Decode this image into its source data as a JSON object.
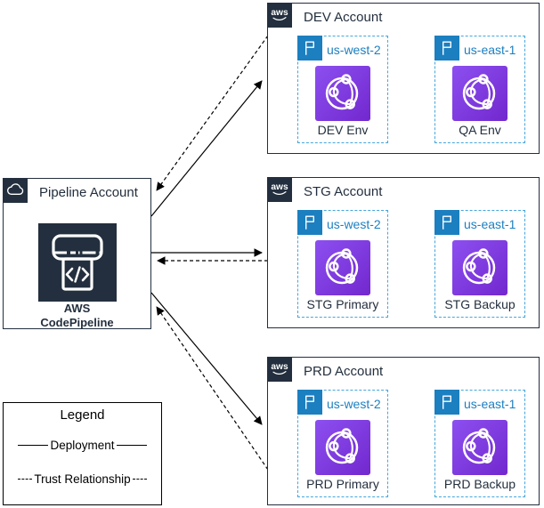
{
  "diagram": {
    "pipeline_account": {
      "title": "Pipeline Account",
      "badge_icon": "cloud",
      "service": {
        "line1": "AWS",
        "line2": "CodePipeline"
      }
    },
    "accounts": [
      {
        "title": "DEV Account",
        "badge_text": "aws",
        "regions": [
          {
            "name": "us-west-2",
            "env_label": "DEV Env"
          },
          {
            "name": "us-east-1",
            "env_label": "QA Env"
          }
        ]
      },
      {
        "title": "STG Account",
        "badge_text": "aws",
        "regions": [
          {
            "name": "us-west-2",
            "env_label": "STG Primary"
          },
          {
            "name": "us-east-1",
            "env_label": "STG Backup"
          }
        ]
      },
      {
        "title": "PRD Account",
        "badge_text": "aws",
        "regions": [
          {
            "name": "us-west-2",
            "env_label": "PRD Primary"
          },
          {
            "name": "us-east-1",
            "env_label": "PRD Backup"
          }
        ]
      }
    ],
    "legend": {
      "title": "Legend",
      "items": [
        {
          "label": "Deployment",
          "line_style": "solid"
        },
        {
          "label": "Trust Relationship",
          "line_style": "dashed"
        }
      ]
    },
    "colors": {
      "navy": "#232F3E",
      "region_blue": "#1C7FC0",
      "region_dash_blue": "#44A6DC",
      "icon_purple_start": "#8C4FF0",
      "icon_purple_end": "#7228CE",
      "arrow_black": "#000000"
    }
  }
}
